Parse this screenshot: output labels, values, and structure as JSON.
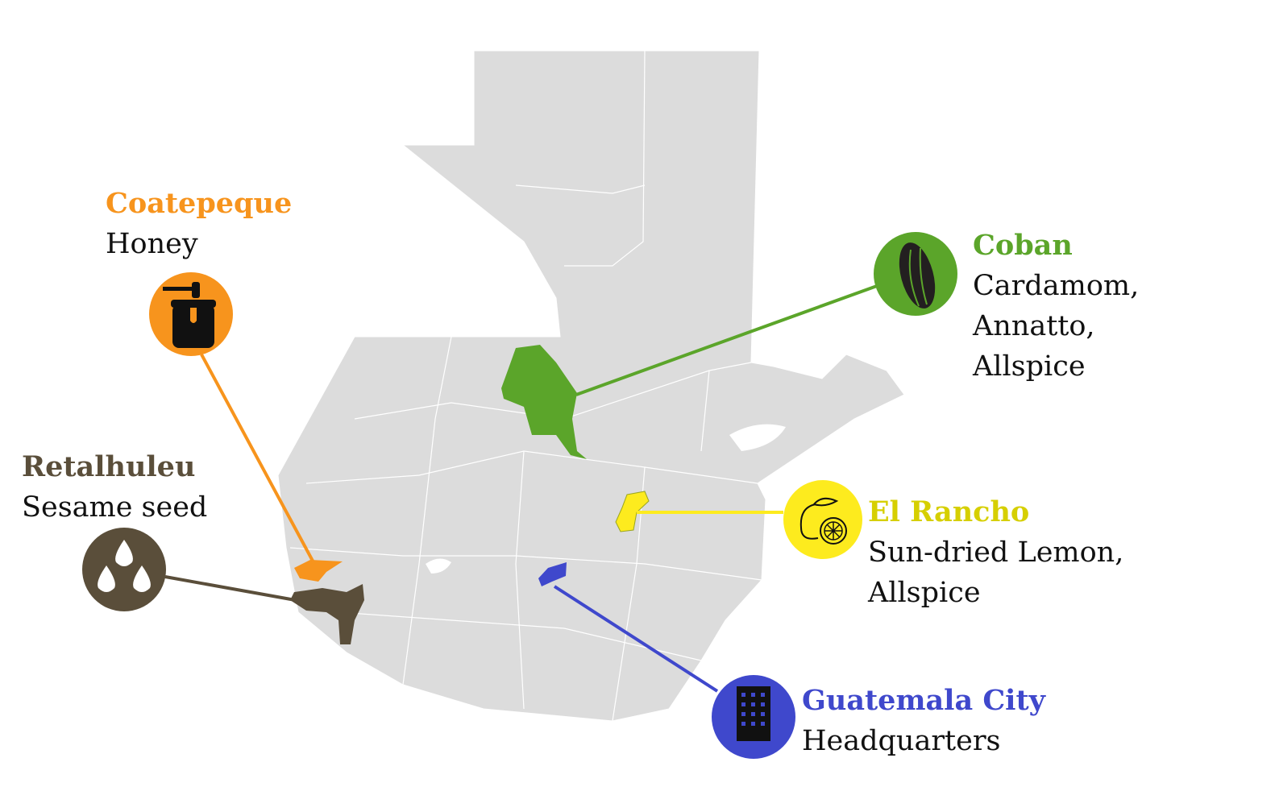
{
  "colors": {
    "coatepeque": "#F7941D",
    "coban": "#5BA52A",
    "retalhuleu": "#5A4E3A",
    "el_rancho": "#FDEB1E",
    "el_rancho_text": "#D6CF00",
    "guatemala_city": "#3F48CC",
    "country": "#DCDCDC"
  },
  "locations": [
    {
      "name": "Coatepeque",
      "lines": [
        "Honey"
      ],
      "icon": "honey-pot-icon"
    },
    {
      "name": "Coban",
      "lines": [
        "Cardamom,",
        "Annatto,",
        "Allspice"
      ],
      "icon": "cardamom-pod-icon"
    },
    {
      "name": "Retalhuleu",
      "lines": [
        "Sesame seed"
      ],
      "icon": "seeds-icon"
    },
    {
      "name": "El Rancho",
      "lines": [
        "Sun-dried Lemon,",
        "Allspice"
      ],
      "icon": "lemon-icon"
    },
    {
      "name": "Guatemala City",
      "lines": [
        "Headquarters"
      ],
      "icon": "building-icon"
    }
  ]
}
